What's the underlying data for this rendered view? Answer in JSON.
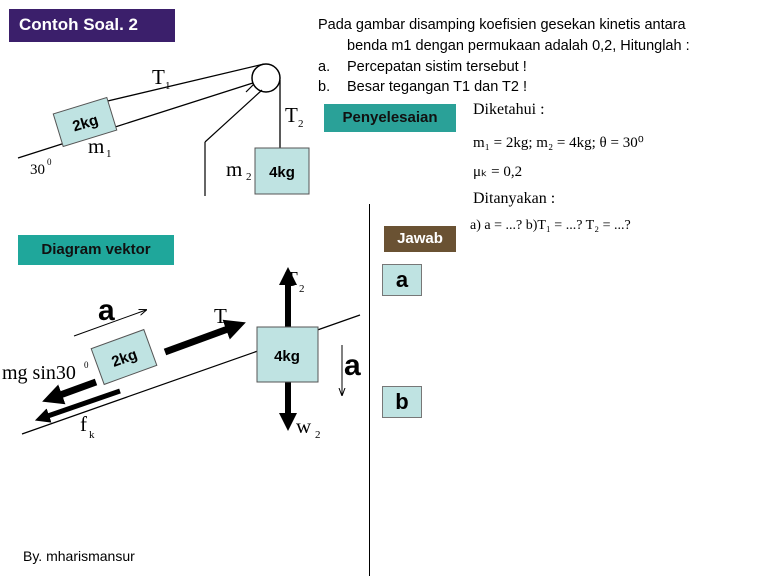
{
  "title": "Contoh Soal. 2",
  "problem": {
    "line1": "Pada gambar disamping koefisien gesekan kinetis antara",
    "line2": "benda m1 dengan permukaan adalah 0,2, Hitunglah :",
    "item_a_marker": "a.",
    "item_a": "Percepatan sistim tersebut !",
    "item_b_marker": "b.",
    "item_b": "Besar tegangan T1 dan T2 !"
  },
  "solution_label": "Penyelesaian",
  "diketahui": {
    "heading": "Diketahui :",
    "line1": "m₁ = 2kg; m₂ = 4kg; θ = 30⁰",
    "line2": "μₖ = 0,2"
  },
  "ditanyakan": {
    "heading": "Ditanyakan :",
    "line1": "a) a = ...? b)T₁ = ...? T₂ = ...?"
  },
  "answer_label": "Jawab",
  "answer_a": "a",
  "answer_b": "b",
  "vector_label": "Diagram vektor",
  "figure1": {
    "block1": "2kg",
    "block2": "4kg",
    "T1": "T",
    "T1_sub": "1",
    "T2": "T",
    "T2_sub": "2",
    "m1": "m",
    "m1_sub": "1",
    "m2": "m",
    "m2_sub": "2",
    "angle": "30",
    "angle_sup": "0"
  },
  "figure2": {
    "block1": "2kg",
    "block2": "4kg",
    "accel1": "a",
    "accel2": "a",
    "T1": "T",
    "T1_sub": "1",
    "T2": "T",
    "T2_sub": "2",
    "mgsin": "mg sin30",
    "mgsin_sup": "0",
    "fk": "f",
    "fk_sub": "k",
    "w2": "w",
    "w2_sub": "2"
  },
  "footer": "By. mharismansur"
}
